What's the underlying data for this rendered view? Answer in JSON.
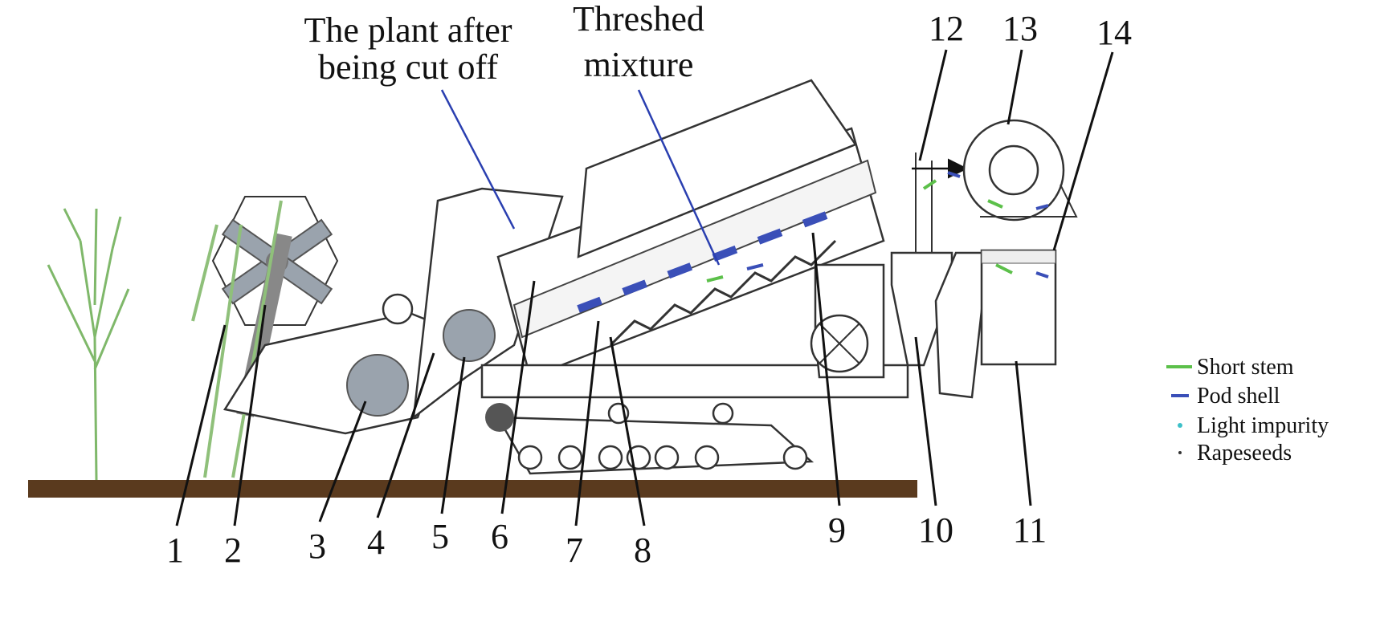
{
  "annotations": {
    "plant_cut": [
      "The plant after",
      "being cut off"
    ],
    "threshed": [
      "Threshed",
      "mixture"
    ]
  },
  "part_numbers": [
    "1",
    "2",
    "3",
    "4",
    "5",
    "6",
    "7",
    "8",
    "9",
    "10",
    "11",
    "12",
    "13",
    "14"
  ],
  "legend": [
    {
      "label": "Short stem",
      "color": "#5cc04a",
      "marker": "line"
    },
    {
      "label": "Pod shell",
      "color": "#3a4fb8",
      "marker": "line"
    },
    {
      "label": "Light impurity",
      "color": "#3cc0c8",
      "marker": "dot"
    },
    {
      "label": "Rapeseeds",
      "color": "#333333",
      "marker": "dot"
    }
  ],
  "colors": {
    "ground": "#5a3a1e",
    "plant": "#7fb86a",
    "leader_blue": "#2a3fb0"
  }
}
